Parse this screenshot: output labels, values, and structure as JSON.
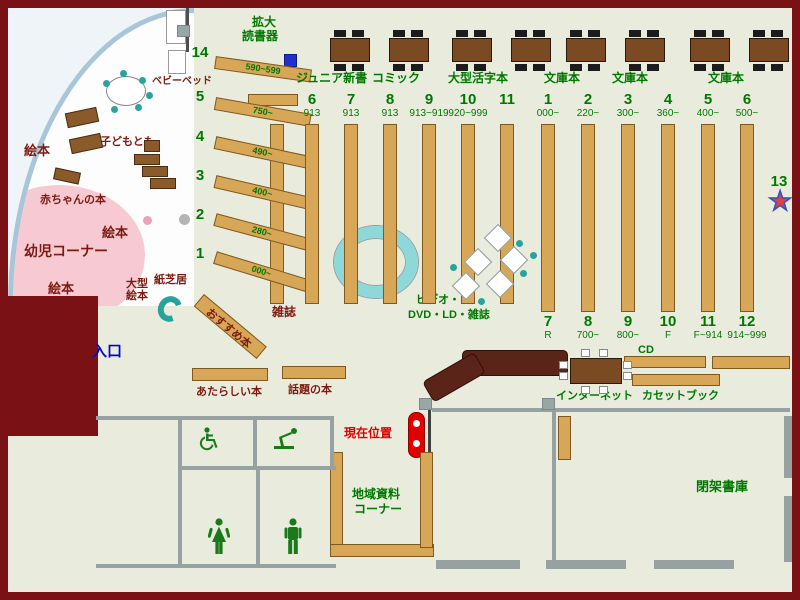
{
  "colors": {
    "floor": "#e9ecdd",
    "wall_border": "#7a1114",
    "shelf": "#d7a757",
    "label_green": "#007800",
    "label_maroon": "#7c1a10",
    "entrance_blue": "#0008cc",
    "location_red": "#e00000",
    "teal": "#2aa39b"
  },
  "icons": {
    "star": "★"
  },
  "entrance": "入口",
  "current_location": "現在位置",
  "reader_device_line1": "拡大",
  "reader_device_line2": "読書器",
  "magazines": "雑誌",
  "video_line1": "ビデオ・",
  "video_line2": "DVD・LD・雑誌",
  "new_books": "あたらしい本",
  "topic_books": "話題の本",
  "internet": "インターネット",
  "cd": "CD",
  "cassette": "カセットブック",
  "local_corner_line1": "地域資料",
  "local_corner_line2": "コーナー",
  "closed_stacks": "閉架書庫",
  "shelf13": "13",
  "kids_area": {
    "ehon_top": "絵本",
    "ehon_mid": "絵本",
    "ehon_bottom": "絵本",
    "baby_books": "赤ちゃんの本",
    "infant_corner": "幼児コーナー",
    "kodomotomo": "子どもとも",
    "baby_bed": "ベビーベッド",
    "large_ehon": "大型絵本",
    "kamishibai": "紙芝居",
    "recommend": "おすすめ本"
  },
  "fan_shelves": [
    {
      "num": "14",
      "range": "590~599"
    },
    {
      "num": "5",
      "range": "750~"
    },
    {
      "num": "4",
      "range": "490~"
    },
    {
      "num": "3",
      "range": "400~"
    },
    {
      "num": "2",
      "range": "280~"
    },
    {
      "num": "1",
      "range": "000~"
    }
  ],
  "category_labels": [
    "ジュニア新書",
    "コミック",
    "大型活字本",
    "文庫本",
    "文庫本",
    "文庫本"
  ],
  "left_columns": [
    {
      "num": "6",
      "sub": "913"
    },
    {
      "num": "7",
      "sub": "913"
    },
    {
      "num": "8",
      "sub": "913"
    },
    {
      "num": "9",
      "sub": "913~919"
    },
    {
      "num": "10",
      "sub": "920~999"
    },
    {
      "num": "11",
      "sub": ""
    }
  ],
  "right_columns": [
    {
      "num": "1",
      "sub": "000~",
      "bnum": "7",
      "bsub": "R"
    },
    {
      "num": "2",
      "sub": "220~",
      "bnum": "8",
      "bsub": "700~"
    },
    {
      "num": "3",
      "sub": "300~",
      "bnum": "9",
      "bsub": "800~"
    },
    {
      "num": "4",
      "sub": "360~",
      "bnum": "10",
      "bsub": "F"
    },
    {
      "num": "5",
      "sub": "400~",
      "bnum": "11",
      "bsub": "F~914"
    },
    {
      "num": "6",
      "sub": "500~",
      "bnum": "12",
      "bsub": "914~999"
    }
  ]
}
